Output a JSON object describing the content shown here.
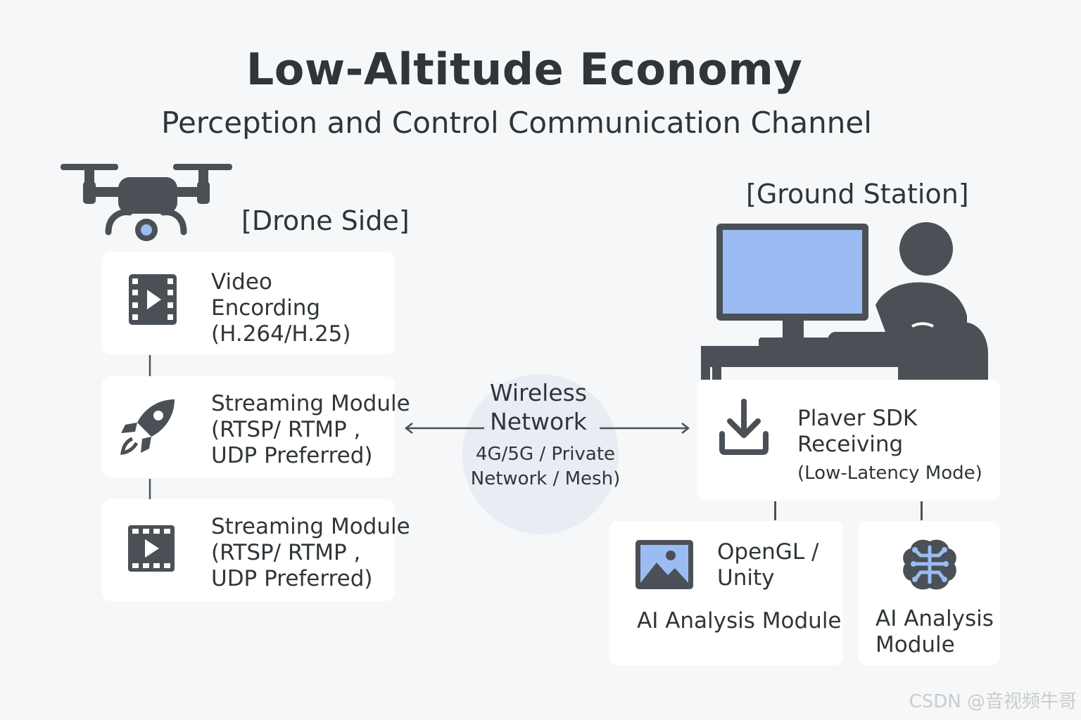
{
  "title": "Low-Altitude Economy",
  "subtitle": "Perception and Control Communication Channel",
  "drone_side": {
    "label": "[Drone Side]",
    "cards": [
      {
        "icon": "film-play-icon",
        "lines": [
          "Video",
          "Encording",
          "(H.264/H.25)"
        ]
      },
      {
        "icon": "rocket-icon",
        "lines": [
          "Streaming Module",
          "(RTSP/ RTMP ,",
          "UDP Preferred)"
        ]
      },
      {
        "icon": "film-play-icon",
        "lines": [
          "Streaming Module",
          "(RTSP/ RTMP ,",
          "UDP Preferred)"
        ]
      }
    ]
  },
  "network": {
    "title_lines": [
      "Wireless",
      "Network"
    ],
    "sub_lines": [
      "4G/5G / Private",
      "Network / Mesh)"
    ]
  },
  "ground_station": {
    "label": "[Ground Station]",
    "player_card": {
      "icon": "download-icon",
      "lines": [
        "Plaver SDK",
        "Receiving"
      ],
      "note": "(Low-Latency Mode)"
    },
    "render_card": {
      "icon": "image-icon",
      "lines": [
        "OpenGL /",
        "Unity"
      ],
      "caption": "AI Analysis Module"
    },
    "ai_card": {
      "icon": "brain-chip-icon",
      "lines": [
        "AI Analysis",
        "Module"
      ]
    }
  },
  "watermark": "CSDN @音视频牛哥",
  "colors": {
    "dark": "#4a5055",
    "accent_blue": "#9bbcf2",
    "card": "#ffffff",
    "background": "#f6f7f8"
  }
}
